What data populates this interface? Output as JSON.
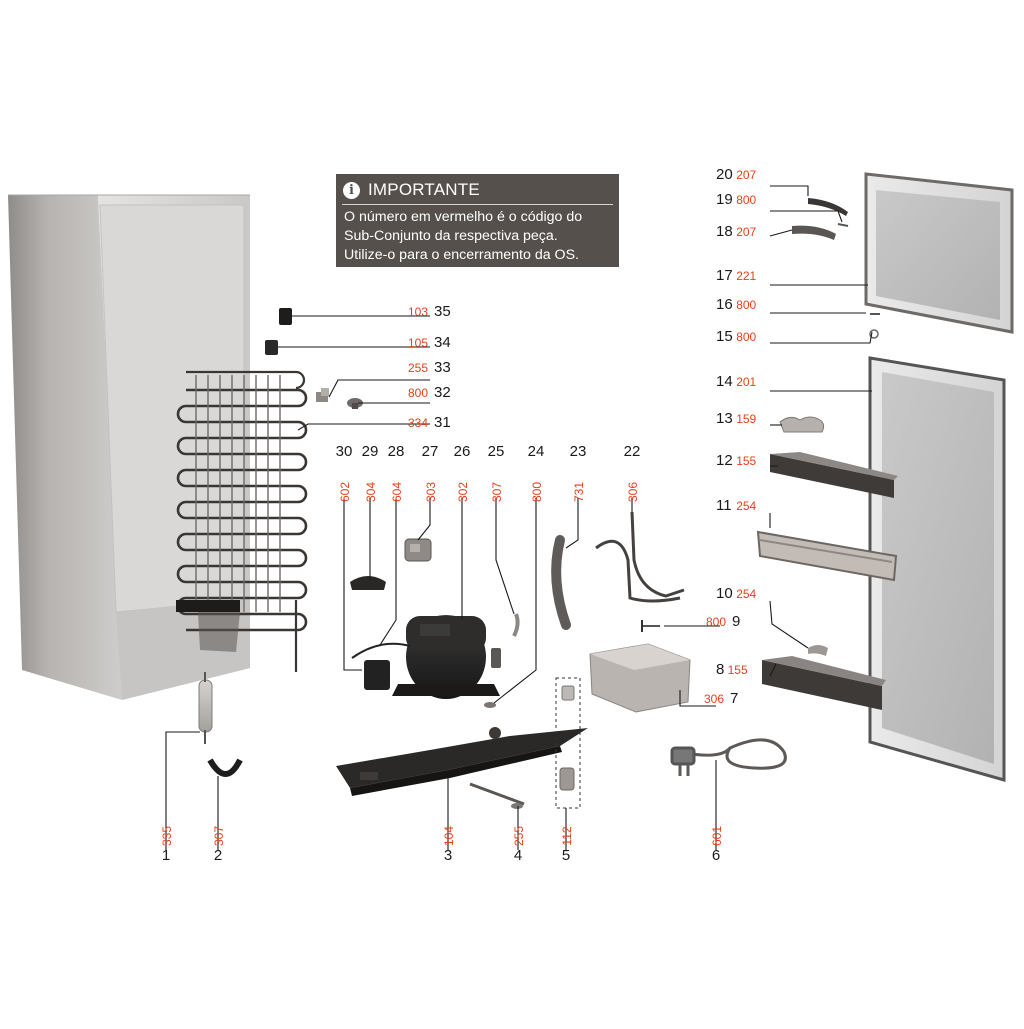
{
  "notice": {
    "title": "IMPORTANTE",
    "icon": "info-icon",
    "lines": [
      "O número em vermelho é o código do",
      "Sub-Conjunto da respectiva peça.",
      "Utilize-o para o encerramento da OS."
    ]
  },
  "colors": {
    "part_number": "#1a1a1a",
    "subassembly_code": "#e8401c",
    "notice_bg": "#55504c"
  },
  "parts": [
    {
      "num": "1",
      "code": "335"
    },
    {
      "num": "2",
      "code": "307"
    },
    {
      "num": "3",
      "code": "104"
    },
    {
      "num": "4",
      "code": "255"
    },
    {
      "num": "5",
      "code": "112"
    },
    {
      "num": "6",
      "code": "601"
    },
    {
      "num": "7",
      "code": "306"
    },
    {
      "num": "8",
      "code": "155"
    },
    {
      "num": "9",
      "code": "800"
    },
    {
      "num": "10",
      "code": "254"
    },
    {
      "num": "11",
      "code": "254"
    },
    {
      "num": "12",
      "code": "155"
    },
    {
      "num": "13",
      "code": "159"
    },
    {
      "num": "14",
      "code": "201"
    },
    {
      "num": "15",
      "code": "800"
    },
    {
      "num": "16",
      "code": "800"
    },
    {
      "num": "17",
      "code": "221"
    },
    {
      "num": "18",
      "code": "207"
    },
    {
      "num": "19",
      "code": "800"
    },
    {
      "num": "20",
      "code": "207"
    },
    {
      "num": "22",
      "code": "306"
    },
    {
      "num": "23",
      "code": "731"
    },
    {
      "num": "24",
      "code": "800"
    },
    {
      "num": "25",
      "code": "307"
    },
    {
      "num": "26",
      "code": "302"
    },
    {
      "num": "27",
      "code": "303"
    },
    {
      "num": "28",
      "code": "604"
    },
    {
      "num": "29",
      "code": "304"
    },
    {
      "num": "30",
      "code": "602"
    },
    {
      "num": "31",
      "code": "334"
    },
    {
      "num": "32",
      "code": "800"
    },
    {
      "num": "33",
      "code": "255"
    },
    {
      "num": "34",
      "code": "105"
    },
    {
      "num": "35",
      "code": "103"
    }
  ]
}
